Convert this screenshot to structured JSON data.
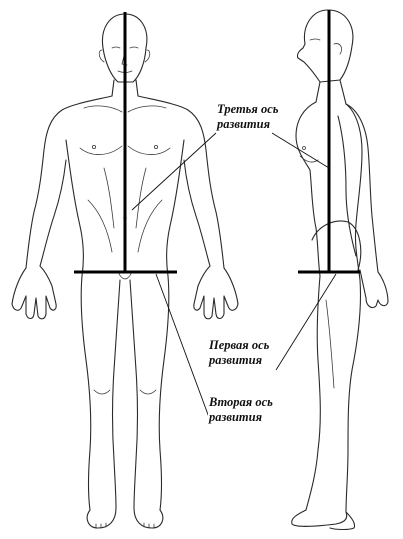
{
  "labels": {
    "third_axis": {
      "line1": "Третья ось",
      "line2": "развития"
    },
    "first_axis": {
      "line1": "Первая ось",
      "line2": "развития"
    },
    "second_axis": {
      "line1": "Вторая ось",
      "line2": "развития"
    }
  },
  "colors": {
    "axis": "#000000",
    "outline": "#2a2a2a",
    "background": "#ffffff"
  }
}
